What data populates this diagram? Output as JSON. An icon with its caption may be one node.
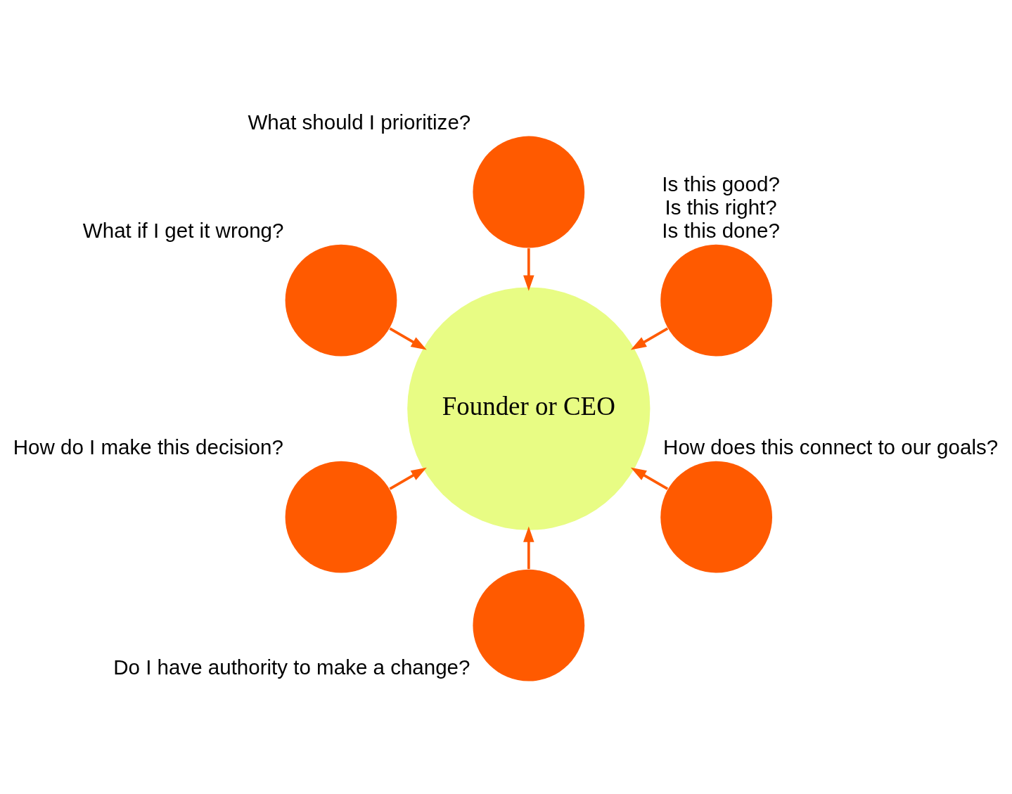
{
  "diagram": {
    "nodes": [
      {
        "text": [
          "Founder or CEO"
        ]
      },
      {
        "text": [],
        "shape": "circle",
        "beside": [
          "Is this good?",
          "Is this right?",
          "Is this done?"
        ]
      },
      {
        "text": [],
        "shape": "circle",
        "beside": [
          "What should I prioritize?"
        ]
      },
      {
        "text": [],
        "shape": "circle",
        "beside": [
          "What if I get it wrong?"
        ]
      },
      {
        "text": [],
        "shape": "circle",
        "beside": [
          "How do I make this decision?"
        ]
      },
      {
        "text": [],
        "shape": "circle",
        "beside": [
          "Do I have authority to make a change?"
        ]
      },
      {
        "text": [],
        "shape": "circle",
        "beside": [
          "How does this connect to our goals?"
        ]
      }
    ],
    "edges": [
      {
        "from": 1,
        "to": 0,
        "arrow": "to"
      },
      {
        "from": 2,
        "to": 0,
        "arrow": "to"
      },
      {
        "from": 3,
        "to": 0,
        "arrow": "to"
      },
      {
        "from": 4,
        "to": 0,
        "arrow": "to"
      },
      {
        "from": 5,
        "to": 0,
        "arrow": "to"
      },
      {
        "from": 6,
        "to": 0,
        "arrow": "to"
      }
    ]
  }
}
